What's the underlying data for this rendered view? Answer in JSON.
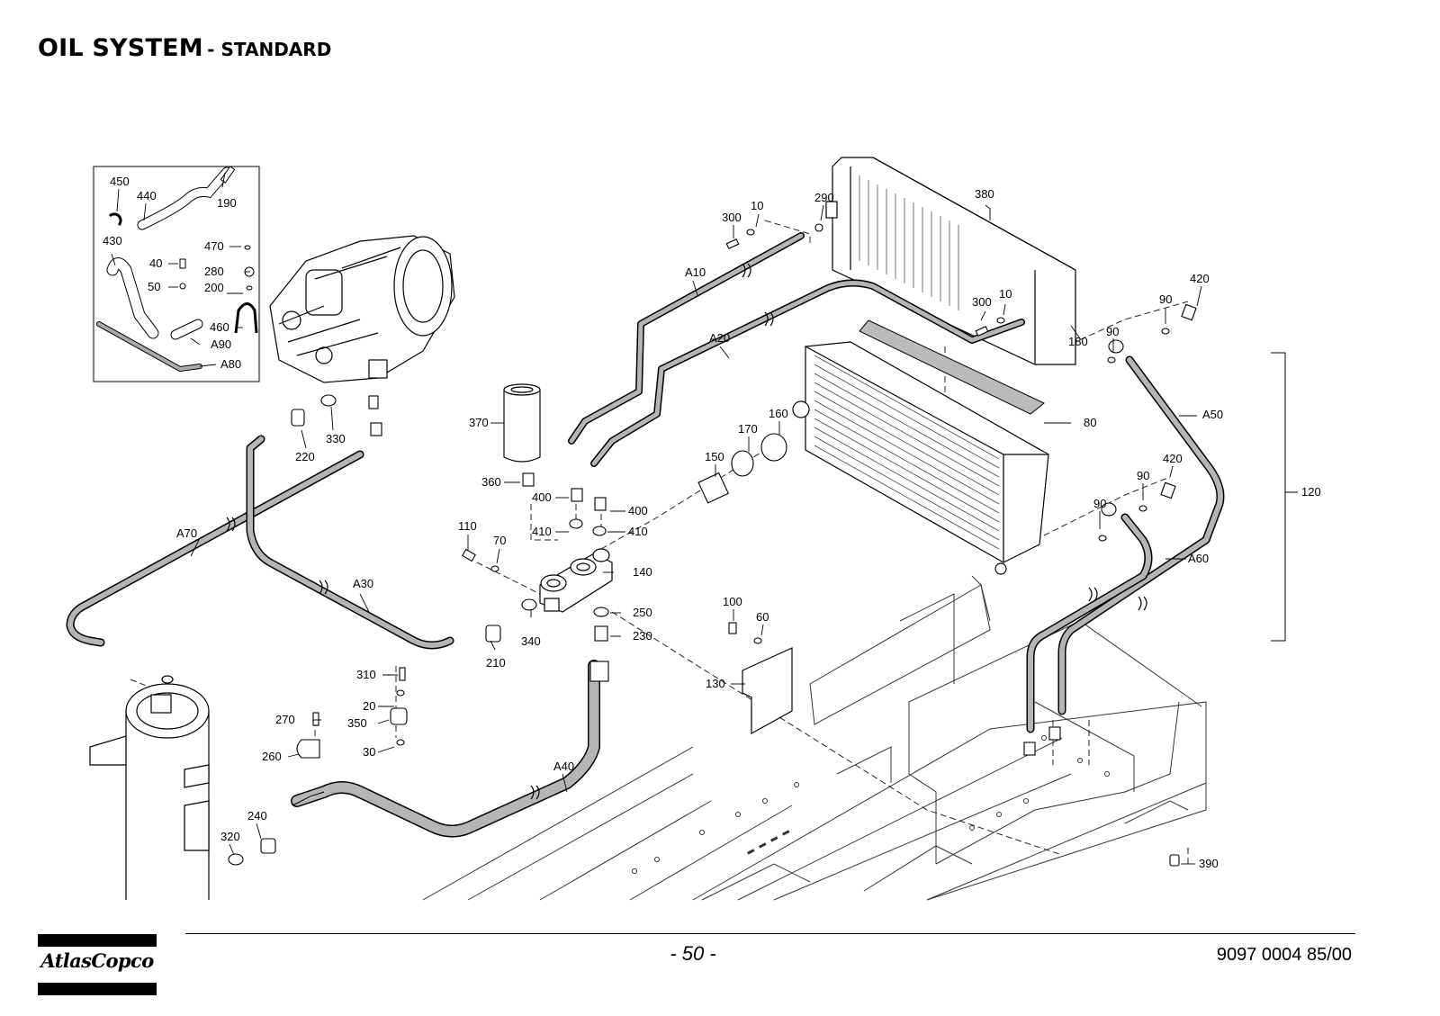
{
  "header": {
    "title": "OIL SYSTEM",
    "subtitle": "- STANDARD"
  },
  "footer": {
    "logo_text": "AtlasCopco",
    "page": "- 50 -",
    "doc_number": "9097 0004 85/00"
  },
  "callouts": {
    "c450": "450",
    "c440": "440",
    "c190": "190",
    "c430": "430",
    "c470": "470",
    "c40": "40",
    "c280": "280",
    "c50": "50",
    "c200": "200",
    "c460": "460",
    "cA90": "A90",
    "cA80": "A80",
    "c220": "220",
    "c330": "330",
    "c370": "370",
    "c360": "360",
    "c400a": "400",
    "c400b": "400",
    "c410a": "410",
    "c410b": "410",
    "c140": "140",
    "c250": "250",
    "c230": "230",
    "c110": "110",
    "c70": "70",
    "c340": "340",
    "c210": "210",
    "cA70": "A70",
    "cA30": "A30",
    "cA10": "A10",
    "cA20": "A20",
    "c300a": "300",
    "c10a": "10",
    "c290": "290",
    "c380": "380",
    "c300b": "300",
    "c10b": "10",
    "c180": "180",
    "c420a": "420",
    "c90a": "90",
    "c90b": "90",
    "cA50": "A50",
    "c80": "80",
    "c160": "160",
    "c170": "170",
    "c150": "150",
    "c420b": "420",
    "c90c": "90",
    "c90d": "90",
    "cA60": "A60",
    "c120": "120",
    "c100": "100",
    "c60": "60",
    "c130": "130",
    "c310": "310",
    "c20": "20",
    "c350": "350",
    "c30": "30",
    "c270": "270",
    "c260": "260",
    "cA40": "A40",
    "c240": "240",
    "c320": "320",
    "c390": "390"
  }
}
